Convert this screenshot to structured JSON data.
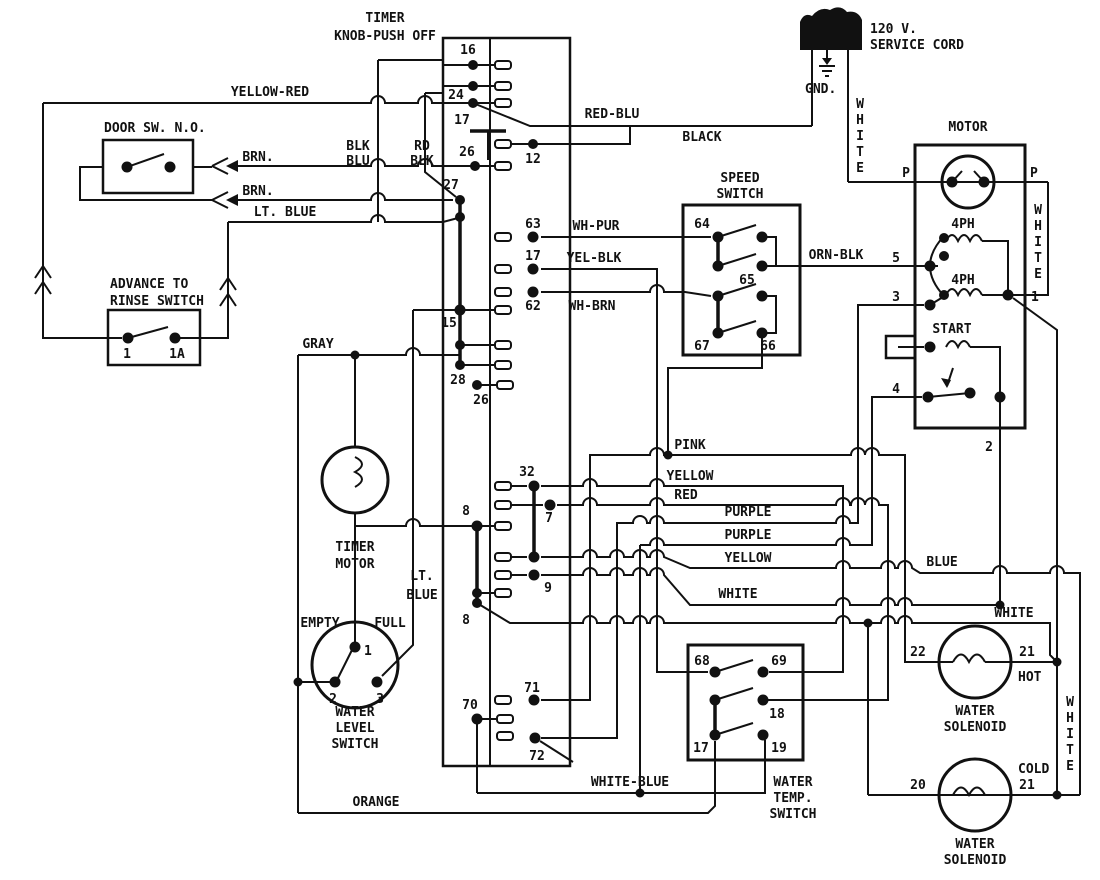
{
  "diagram_type": "appliance wiring schematic",
  "labels": {
    "timer_title1": "TIMER",
    "timer_title2": "KNOB-PUSH OFF",
    "door_switch": "DOOR SW. N.O.",
    "advance1": "ADVANCE TO",
    "advance2": "RINSE SWITCH",
    "speed1": "SPEED",
    "speed2": "SWITCH",
    "svc1": "120 V.",
    "svc2": "SERVICE CORD",
    "gnd": "GND.",
    "motor": "MOTOR",
    "start": "START",
    "coil_top": "4PH",
    "coil_bot": "4PH",
    "timer_motor1": "TIMER",
    "timer_motor2": "MOTOR",
    "empty": "EMPTY",
    "full": "FULL",
    "wls1": "WATER",
    "wls2": "LEVEL",
    "wls3": "SWITCH",
    "wts1": "WATER",
    "wts2": "TEMP.",
    "wts3": "SWITCH",
    "sol_hot1": "WATER",
    "sol_hot2": "SOLENOID",
    "sol_cold1": "WATER",
    "sol_cold2": "SOLENOID",
    "hot": "HOT",
    "cold": "COLD"
  },
  "wires": {
    "yellow_red": "YELLOW-RED",
    "blk": "BLK",
    "blu": "BLU",
    "rd": "RD",
    "blk2": "BLK",
    "brn1": "BRN.",
    "brn2": "BRN.",
    "lt_blue": "LT. BLUE",
    "red_blu": "RED-BLU",
    "black": "BLACK",
    "wh_pur": "WH-PUR",
    "yel_blk": "YEL-BLK",
    "wh_brn": "WH-BRN",
    "orn_blk": "ORN-BLK",
    "gray": "GRAY",
    "white_cord": "WHITE",
    "white_motor": "WHITE",
    "white_right": "WHITE",
    "pink": "PINK",
    "yellow1": "YELLOW",
    "red": "RED",
    "purple1": "PURPLE",
    "purple2": "PURPLE",
    "yellow2": "YELLOW",
    "blue": "BLUE",
    "white_mid": "WHITE",
    "white_sol": "WHITE",
    "white_blue": "WHITE-BLUE",
    "orange": "ORANGE",
    "lt1": "LT.",
    "lt2": "BLUE"
  },
  "terminals": {
    "t16": "16",
    "t24": "24",
    "t17a": "17",
    "t12": "12",
    "t26a": "26",
    "t27": "27",
    "t63": "63",
    "t17b": "17",
    "t62": "62",
    "t15": "15",
    "t28": "28",
    "t26b": "26",
    "t32": "32",
    "t7": "7",
    "t8a": "8",
    "t9": "9",
    "t8b": "8",
    "t71": "71",
    "t70": "70",
    "t72": "72",
    "s64": "64",
    "s65": "65",
    "s67": "67",
    "s66": "66",
    "pl": "P",
    "pr": "P",
    "m5": "5",
    "m3": "3",
    "m1": "1",
    "m4": "4",
    "m2": "2",
    "r1": "1",
    "r1a": "1A",
    "w1": "1",
    "w2": "2",
    "w3": "3",
    "wt68": "68",
    "wt69": "69",
    "wt18": "18",
    "wt17": "17",
    "wt19": "19",
    "h22": "22",
    "h21": "21",
    "c20": "20",
    "c21": "21"
  },
  "colors": {
    "line": "#111111",
    "background": "#ffffff"
  }
}
